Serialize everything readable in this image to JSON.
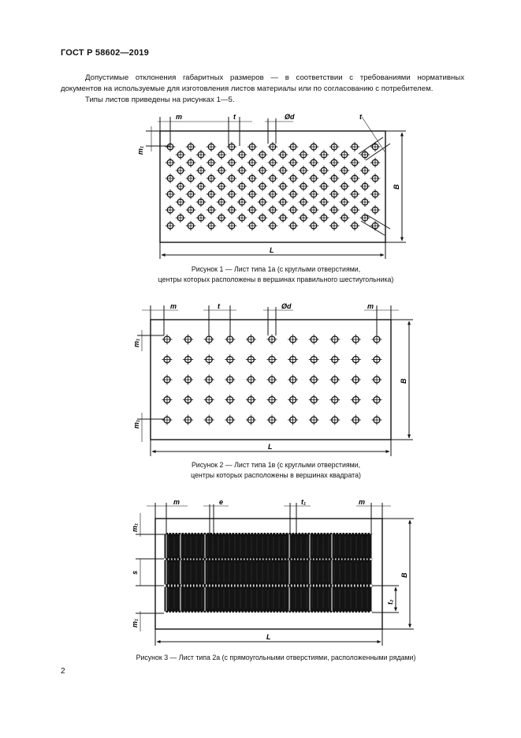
{
  "header": {
    "doc_code": "ГОСТ Р 58602—2019"
  },
  "text": {
    "paragraph1": "Допустимые отклонения габаритных размеров — в соответствии с требованиями нормативных документов на используемые для изготовления листов материалы или по согласованию с потребителем.",
    "paragraph2": "Типы листов приведены на рисунках 1—5."
  },
  "figures": {
    "fig1": {
      "caption_line1": "Рисунок 1 — Лист типа 1а (с круглыми отверстиями,",
      "caption_line2": "центры которых расположены в вершинах правильного шестиугольника)",
      "labels": {
        "m": "m",
        "m1": "m₁",
        "t": "t",
        "d": "Ød",
        "t_diag": "t",
        "B": "B",
        "L": "L"
      }
    },
    "fig2": {
      "caption_line1": "Рисунок 2 — Лист типа 1в (с круглыми отверстиями,",
      "caption_line2": "центры которых расположены в вершинах квадрата)",
      "labels": {
        "m_left": "m",
        "m_right": "m",
        "m1_top": "m₁",
        "m1_bottom": "m₁",
        "t": "t",
        "d": "Ød",
        "B": "B",
        "L": "L"
      }
    },
    "fig3": {
      "caption": "Рисунок 3 — Лист типа 2а (с прямоугольными отверстиями, расположенными рядами)",
      "labels": {
        "m_left": "m",
        "m_right": "m",
        "m1_top": "m₁",
        "m1_bottom": "m₁",
        "e": "e",
        "t1": "t₁",
        "s": "s",
        "t2": "t₂",
        "B": "B",
        "L": "L"
      }
    }
  },
  "page_number": "2"
}
